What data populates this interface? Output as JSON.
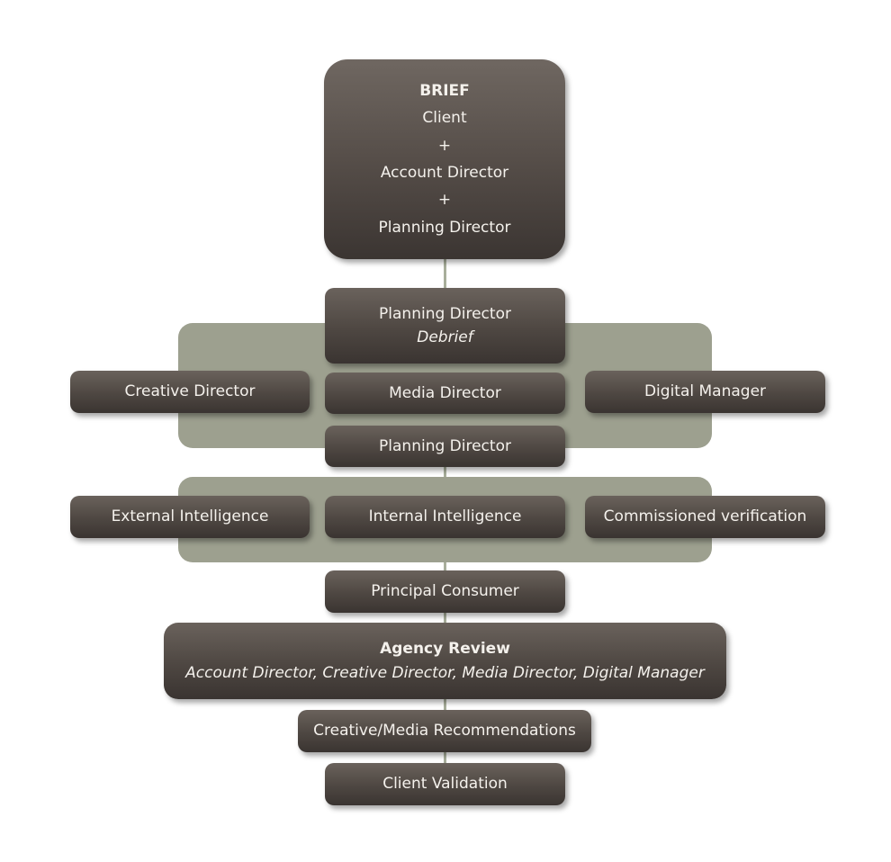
{
  "brief": {
    "title": "BRIEF",
    "lines": [
      "Client",
      "+",
      "Account Director",
      "+",
      "Planning Director"
    ]
  },
  "debrief": {
    "role": "Planning Director",
    "note": "Debrief"
  },
  "group1": {
    "left": "Creative Director",
    "center": "Media Director",
    "right": "Digital Manager",
    "bottom": "Planning Director"
  },
  "group2": {
    "left": "External Intelligence",
    "center": "Internal Intelligence",
    "right": "Commissioned verification"
  },
  "consumer": "Principal Consumer",
  "agency_review": {
    "title": "Agency Review",
    "participants": "Account Director, Creative Director, Media Director, Digital Manager"
  },
  "recommendations": "Creative/Media Recommendations",
  "validation": "Client Validation",
  "colors": {
    "box_top": "#6a625c",
    "box_bottom": "#3a3431",
    "group_panel": "#9da08f",
    "connector": "#a8ae9b",
    "text": "#f4f1ec"
  }
}
